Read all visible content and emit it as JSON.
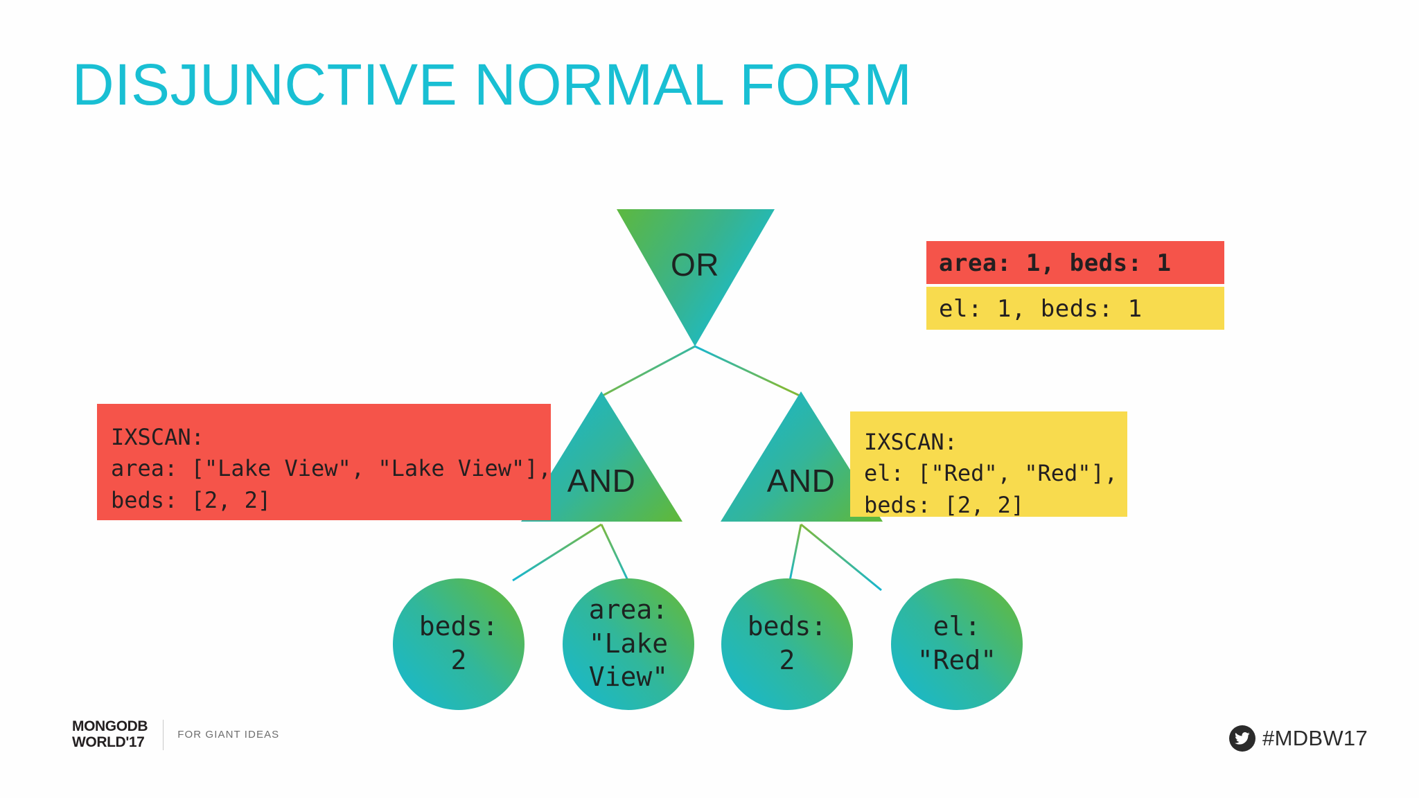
{
  "slide": {
    "title": "DISJUNCTIVE NORMAL FORM",
    "title_color": "#19BFD3",
    "background": "#FEFEFE"
  },
  "palette": {
    "accent_cyan": "#19BFD3",
    "node_cyan": "#16B2CC",
    "node_green": "#5EB83D",
    "callout_red": "#F5544A",
    "callout_yellow": "#F8DB4E",
    "text_dark": "#231F20"
  },
  "tree": {
    "root": {
      "label": "OR",
      "shape": "inverted-triangle"
    },
    "branches": [
      {
        "label": "AND",
        "shape": "triangle"
      },
      {
        "label": "AND",
        "shape": "triangle"
      }
    ],
    "leaves": [
      {
        "lines": "beds:\n2"
      },
      {
        "lines": "area:\n\"Lake\nView\""
      },
      {
        "lines": "beds:\n2"
      },
      {
        "lines": "el:\n\"Red\""
      }
    ]
  },
  "callouts": {
    "index_red": "area: 1, beds: 1",
    "index_yellow": "el: 1, beds: 1",
    "ixscan_left": "IXSCAN:\narea: [\"Lake View\", \"Lake View\"],\nbeds: [2, 2]",
    "ixscan_right": "IXSCAN:\nel: [\"Red\", \"Red\"],\nbeds: [2, 2]"
  },
  "footer": {
    "logo_line1": "MONGODB",
    "logo_line2": "WORLD'17",
    "logo_full": "MONGODB\nWORLD'17",
    "tagline": "FOR GIANT IDEAS",
    "hashtag": "#MDBW17",
    "social_icon": "twitter-icon"
  }
}
